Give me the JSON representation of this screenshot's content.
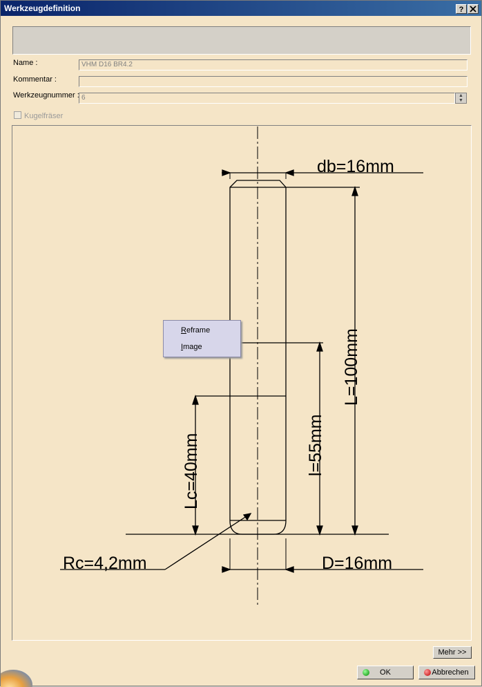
{
  "window": {
    "title": "Werkzeugdefinition",
    "help_label": "?",
    "close_label": "X"
  },
  "form": {
    "name_label": "Name :",
    "name_value": "VHM D16 BR4.2",
    "comment_label": "Kommentar :",
    "comment_value": "",
    "tool_number_label": "Werkzeugnummer :",
    "tool_number_value": "6",
    "ball_mill_label": "Kugelfräser"
  },
  "drawing": {
    "db_label": "db=16mm",
    "L_label": "L=100mm",
    "l_label": "l=55mm",
    "Lc_label": "Lc=40mm",
    "Rc_label": "Rc=4,2mm",
    "D_label": "D=16mm"
  },
  "context_menu": {
    "items": [
      {
        "underline": "R",
        "rest": "eframe"
      },
      {
        "underline": "I",
        "rest": "mage"
      }
    ]
  },
  "buttons": {
    "more": "Mehr >>",
    "ok": "OK",
    "cancel": "Abbrechen"
  },
  "colors": {
    "title_start": "#0a246a",
    "title_end": "#3a6ea5",
    "panel": "#f5e5c7",
    "menu": "#d7d6ea"
  }
}
